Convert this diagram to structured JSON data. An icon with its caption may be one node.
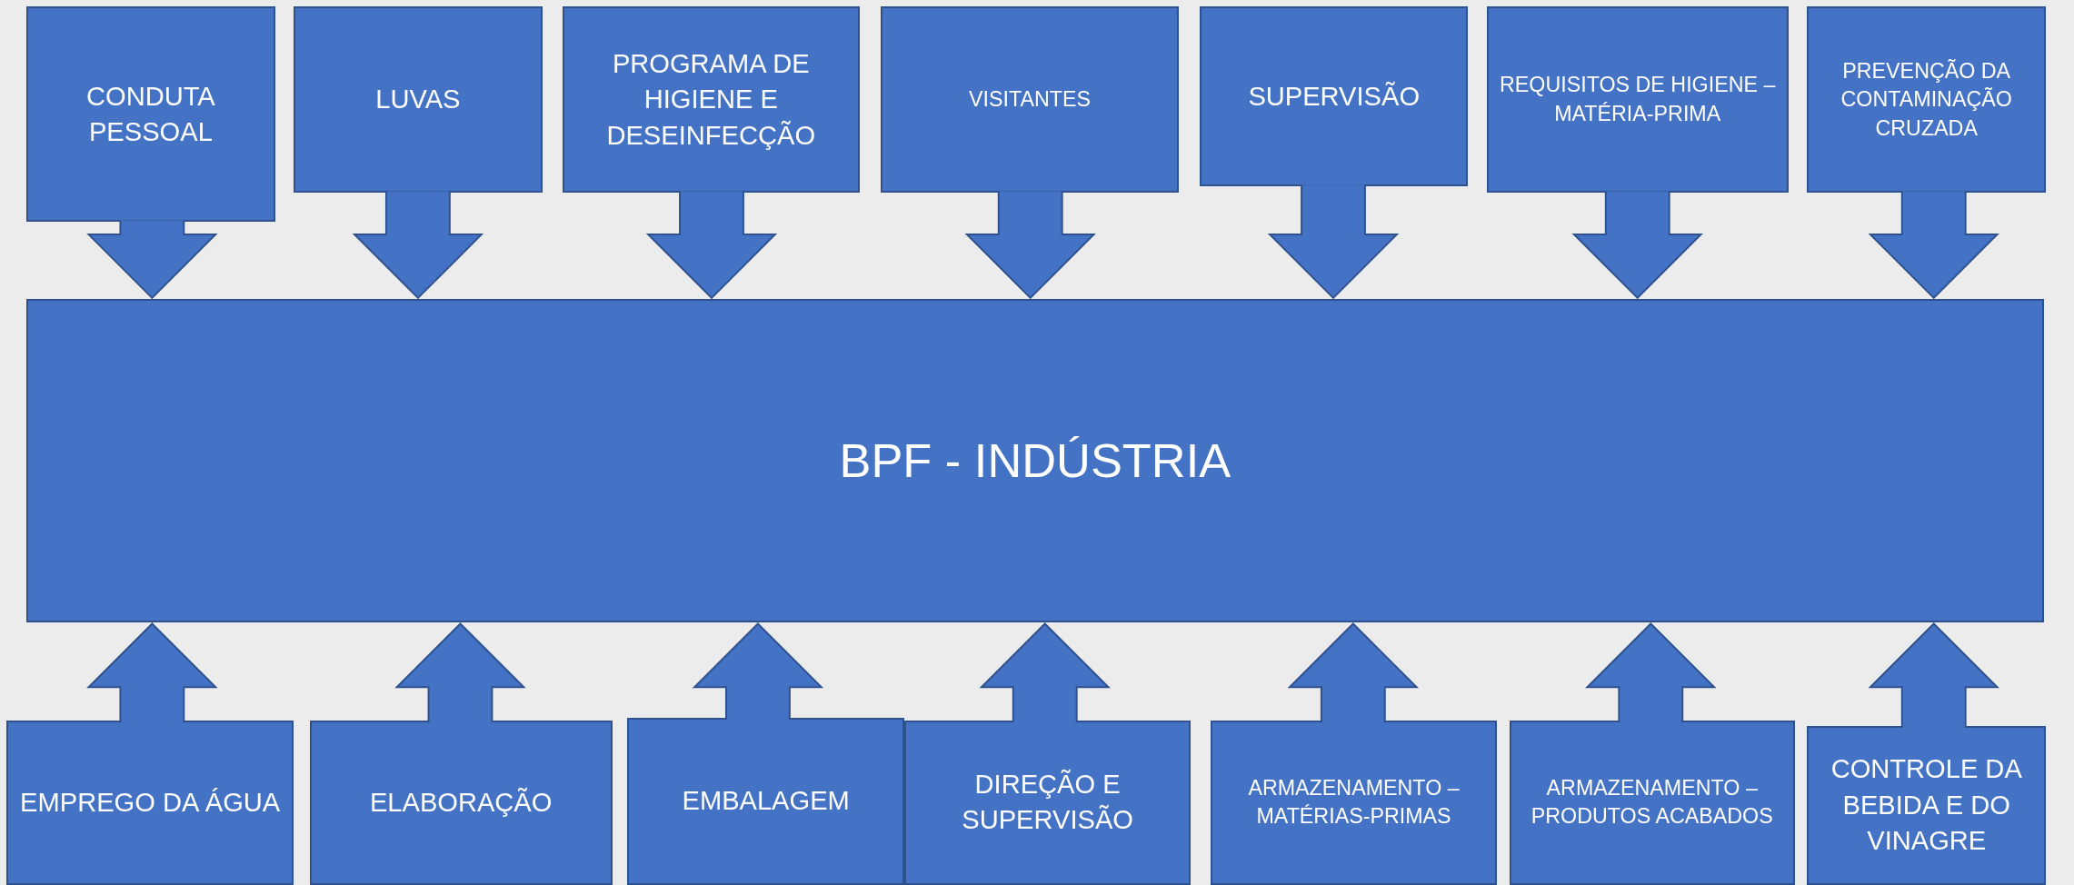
{
  "diagram": {
    "nodes": [
      {
        "text": [
          "CONDUTA PESSOAL"
        ]
      },
      {
        "text": [
          "LUVAS"
        ]
      },
      {
        "text": [
          "PROGRAMA DE HIGIENE E DESEINFECÇÃO"
        ]
      },
      {
        "text": [
          "VISITANTES"
        ]
      },
      {
        "text": [
          "SUPERVISÃO"
        ]
      },
      {
        "text": [
          "REQUISITOS DE HIGIENE – MATÉRIA-PRIMA"
        ]
      },
      {
        "text": [
          "PREVENÇÃO DA CONTAMINAÇÃO CRUZADA"
        ]
      },
      {
        "text": [
          "BPF - INDÚSTRIA"
        ]
      },
      {
        "text": [
          "EMPREGO DA ÁGUA"
        ]
      },
      {
        "text": [
          "ELABORAÇÃO"
        ]
      },
      {
        "text": [
          "EMBALAGEM"
        ]
      },
      {
        "text": [
          "DIREÇÃO E SUPERVISÃO"
        ]
      },
      {
        "text": [
          "ARMAZENAMENTO – MATÉRIAS-PRIMAS"
        ]
      },
      {
        "text": [
          "ARMAZENAMENTO – PRODUTOS ACABADOS"
        ]
      },
      {
        "text": [
          "CONTROLE DA BEBIDA E DO VINAGRE"
        ]
      }
    ],
    "edges": [
      {
        "from": 0,
        "to": 7,
        "arrow": "to"
      },
      {
        "from": 1,
        "to": 7,
        "arrow": "to"
      },
      {
        "from": 2,
        "to": 7,
        "arrow": "to"
      },
      {
        "from": 3,
        "to": 7,
        "arrow": "to"
      },
      {
        "from": 4,
        "to": 7,
        "arrow": "to"
      },
      {
        "from": 5,
        "to": 7,
        "arrow": "to"
      },
      {
        "from": 6,
        "to": 7,
        "arrow": "to"
      },
      {
        "from": 8,
        "to": 7,
        "arrow": "to"
      },
      {
        "from": 9,
        "to": 7,
        "arrow": "to"
      },
      {
        "from": 10,
        "to": 7,
        "arrow": "to"
      },
      {
        "from": 11,
        "to": 7,
        "arrow": "to"
      },
      {
        "from": 12,
        "to": 7,
        "arrow": "to"
      },
      {
        "from": 13,
        "to": 7,
        "arrow": "to"
      },
      {
        "from": 14,
        "to": 7,
        "arrow": "to"
      }
    ]
  }
}
